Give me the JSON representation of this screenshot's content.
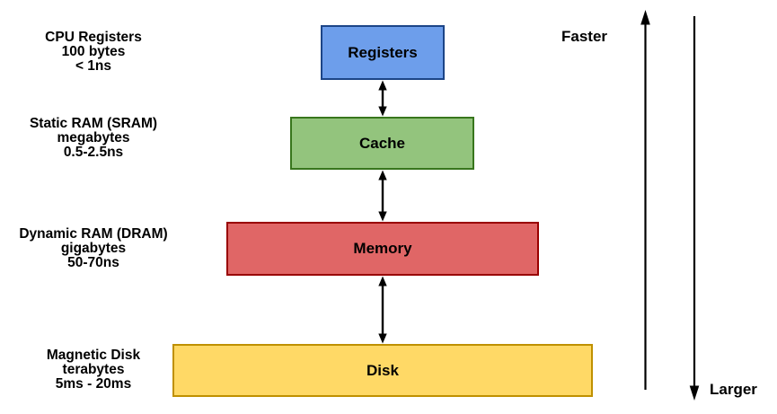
{
  "diagram": {
    "levels": [
      {
        "id": "registers",
        "box_label": "Registers",
        "description_lines": [
          "CPU Registers",
          "100 bytes",
          "< 1ns"
        ],
        "fill": "#6D9EEB",
        "border": "#1C4587"
      },
      {
        "id": "cache",
        "box_label": "Cache",
        "description_lines": [
          "Static RAM (SRAM)",
          "megabytes",
          "0.5-2.5ns"
        ],
        "fill": "#93C47D",
        "border": "#38761D"
      },
      {
        "id": "memory",
        "box_label": "Memory",
        "description_lines": [
          "Dynamic RAM (DRAM)",
          "gigabytes",
          "50-70ns"
        ],
        "fill": "#E06666",
        "border": "#990000"
      },
      {
        "id": "disk",
        "box_label": "Disk",
        "description_lines": [
          "Magnetic Disk",
          "terabytes",
          "5ms - 20ms"
        ],
        "fill": "#FFD966",
        "border": "#BF9000"
      }
    ],
    "axes": {
      "up_label": "Faster",
      "down_label": "Larger"
    },
    "arrow_color": "#000000",
    "background": "#FFFFFF"
  }
}
